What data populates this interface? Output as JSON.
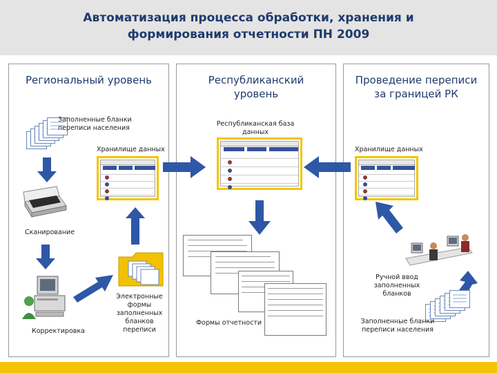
{
  "title": "Автоматизация процесса обработки, хранения и\nформирования отчетности ПН 2009",
  "panels": {
    "regional": {
      "heading": "Региональный уровень",
      "filled_forms": "Заполненные бланки\nпереписи населения",
      "storage": "Хранилище данных",
      "scanning": "Сканирование",
      "correction": "Корректировка",
      "electronic_forms": "Электронные\nформы\nзаполненных\nбланков\nпереписи"
    },
    "republic": {
      "heading": "Республиканский\nуровень",
      "database": "Республиканская база\nданных",
      "reports": "Формы отчетности"
    },
    "abroad": {
      "heading": "Проведение переписи\nза границей РК",
      "storage": "Хранилище данных",
      "manual_entry": "Ручной ввод\nзаполненных бланков",
      "filled_forms": "Заполненные бланки\nпереписи населения"
    }
  },
  "colors": {
    "arrow": "#2e57a6",
    "accent": "#f5c400",
    "title": "#1f3a6e",
    "header_bg": "#e4e4e4"
  },
  "icons": [
    "document-stack-icon",
    "database-table-icon",
    "scanner-icon",
    "computer-user-icon",
    "folder-icon",
    "report-forms-icon",
    "people-at-computers-icon"
  ]
}
